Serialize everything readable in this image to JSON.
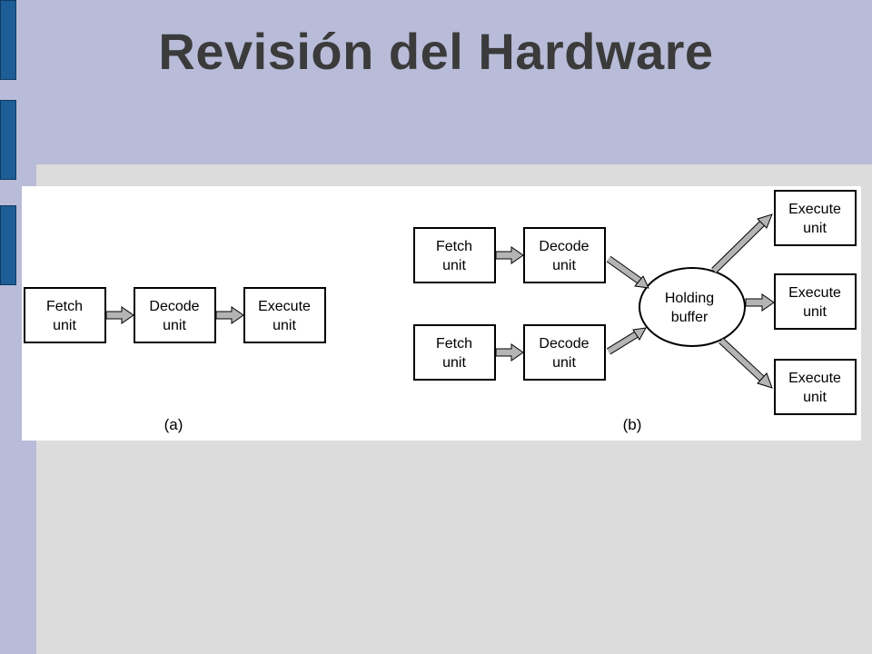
{
  "slide": {
    "title": "Revisión del Hardware",
    "colors": {
      "background": "#b8bcd8",
      "content": "#dcdcdc",
      "bars": "#1e5e96",
      "title": "#3b3b3b"
    }
  },
  "diagram": {
    "a": {
      "caption": "(a)",
      "fetch": [
        "Fetch",
        "unit"
      ],
      "decode": [
        "Decode",
        "unit"
      ],
      "execute": [
        "Execute",
        "unit"
      ]
    },
    "b": {
      "caption": "(b)",
      "fetch1": [
        "Fetch",
        "unit"
      ],
      "decode1": [
        "Decode",
        "unit"
      ],
      "fetch2": [
        "Fetch",
        "unit"
      ],
      "decode2": [
        "Decode",
        "unit"
      ],
      "buffer": [
        "Holding",
        "buffer"
      ],
      "execute1": [
        "Execute",
        "unit"
      ],
      "execute2": [
        "Execute",
        "unit"
      ],
      "execute3": [
        "Execute",
        "unit"
      ]
    }
  }
}
